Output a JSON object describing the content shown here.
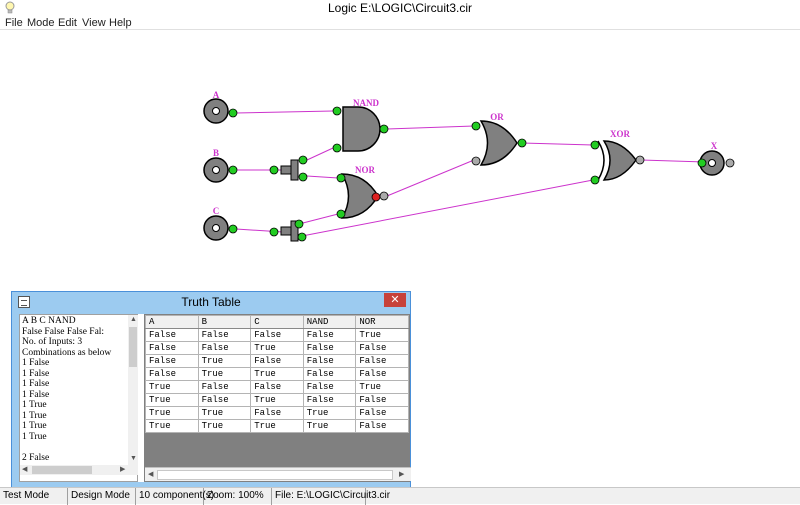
{
  "window": {
    "title": "Logic E:\\LOGIC\\Circuit3.cir"
  },
  "menu": {
    "items": [
      "File",
      "Mode",
      "Edit",
      "View",
      "Help"
    ]
  },
  "circuit": {
    "components": [
      {
        "label": "A",
        "type": "input"
      },
      {
        "label": "B",
        "type": "input"
      },
      {
        "label": "C",
        "type": "input"
      },
      {
        "label": "NAND",
        "type": "nand-gate"
      },
      {
        "label": "NOR",
        "type": "nor-gate"
      },
      {
        "label": "OR",
        "type": "or-gate"
      },
      {
        "label": "XOR",
        "type": "xor-gate"
      },
      {
        "label": "X",
        "type": "output"
      }
    ],
    "colors": {
      "wire": "#cc33cc",
      "label": "#cc33cc",
      "gate_fill": "#808080",
      "pin_active": "#22cc22",
      "pin_idle": "#aaaaaa",
      "pin_error": "#dd2222"
    }
  },
  "truth_table_window": {
    "title": "Truth Table",
    "close_icon": "close-icon",
    "log_lines": [
      "A      B      C      NAND",
      "False  False  False  Fal:",
      "No. of Inputs: 3",
      "Combinations as below",
      "1 False",
      "1 False",
      "1 False",
      "1 False",
      "1 True",
      "1 True",
      "1 True",
      "1 True",
      "",
      "2 False"
    ],
    "grid": {
      "columns": [
        "A",
        "B",
        "C",
        "NAND",
        "NOR"
      ],
      "rows": [
        [
          "False",
          "False",
          "False",
          "False",
          "True"
        ],
        [
          "False",
          "False",
          "True",
          "False",
          "False"
        ],
        [
          "False",
          "True",
          "False",
          "False",
          "False"
        ],
        [
          "False",
          "True",
          "True",
          "False",
          "False"
        ],
        [
          "True",
          "False",
          "False",
          "False",
          "True"
        ],
        [
          "True",
          "False",
          "True",
          "False",
          "False"
        ],
        [
          "True",
          "True",
          "False",
          "True",
          "False"
        ],
        [
          "True",
          "True",
          "True",
          "True",
          "False"
        ]
      ]
    }
  },
  "status": {
    "items": [
      "Test Mode",
      "Design Mode",
      "10 component(s)",
      "Zoom: 100%",
      "File: E:\\LOGIC\\Circuit3.cir"
    ]
  }
}
